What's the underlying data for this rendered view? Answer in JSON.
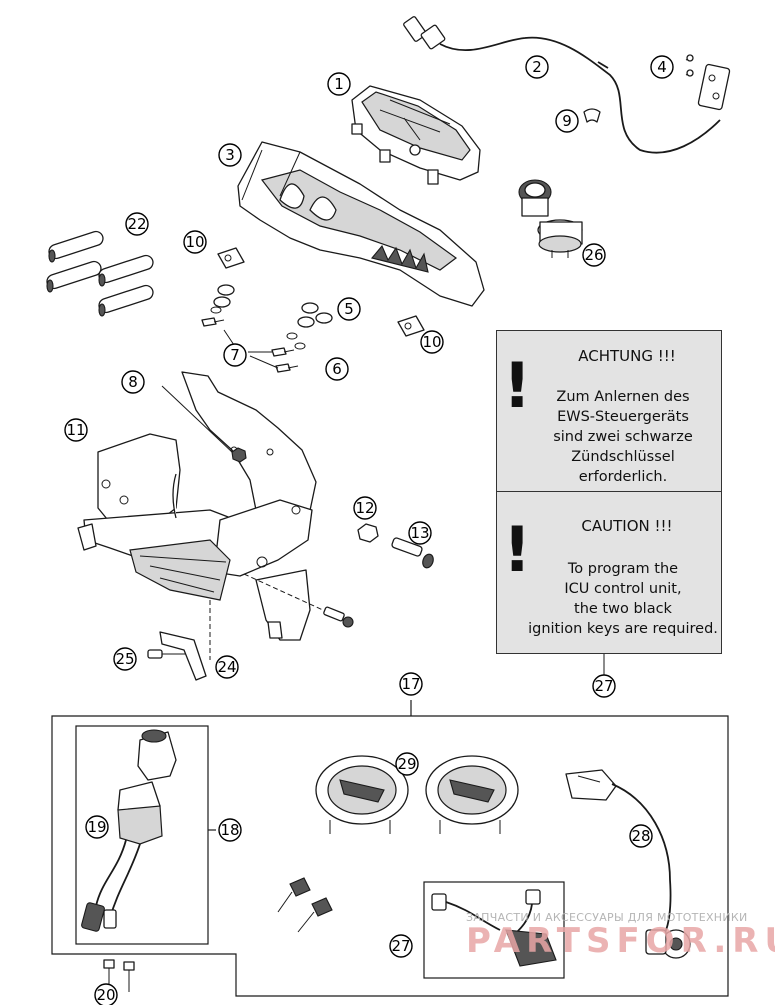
{
  "callouts": {
    "c1": "1",
    "c2": "2",
    "c3": "3",
    "c4": "4",
    "c5": "5",
    "c6": "6",
    "c7": "7",
    "c8": "8",
    "c9": "9",
    "c10a": "10",
    "c10b": "10",
    "c11": "11",
    "c12": "12",
    "c13": "13",
    "c17": "17",
    "c18": "18",
    "c19": "19",
    "c20": "20",
    "c22": "22",
    "c24": "24",
    "c25": "25",
    "c26": "26",
    "c27a": "27",
    "c27b": "27",
    "c28": "28",
    "c29": "29"
  },
  "notice_de": {
    "icon": "!",
    "title": "ACHTUNG !!!",
    "line1": "Zum Anlernen des",
    "line2": "EWS-Steuergeräts",
    "line3": "sind zwei schwarze",
    "line4": "Zündschlüssel erforderlich."
  },
  "notice_en": {
    "icon": "!",
    "title": "CAUTION !!!",
    "line1": "To program the",
    "line2": "ICU control unit,",
    "line3": "the two black",
    "line4": "ignition keys are required."
  },
  "watermark": {
    "tagline": "ЗАПЧАСТИ И АКСЕССУАРЫ ДЛЯ МОТОТЕХНИКИ",
    "logo": "PARTSFOR.RU"
  }
}
